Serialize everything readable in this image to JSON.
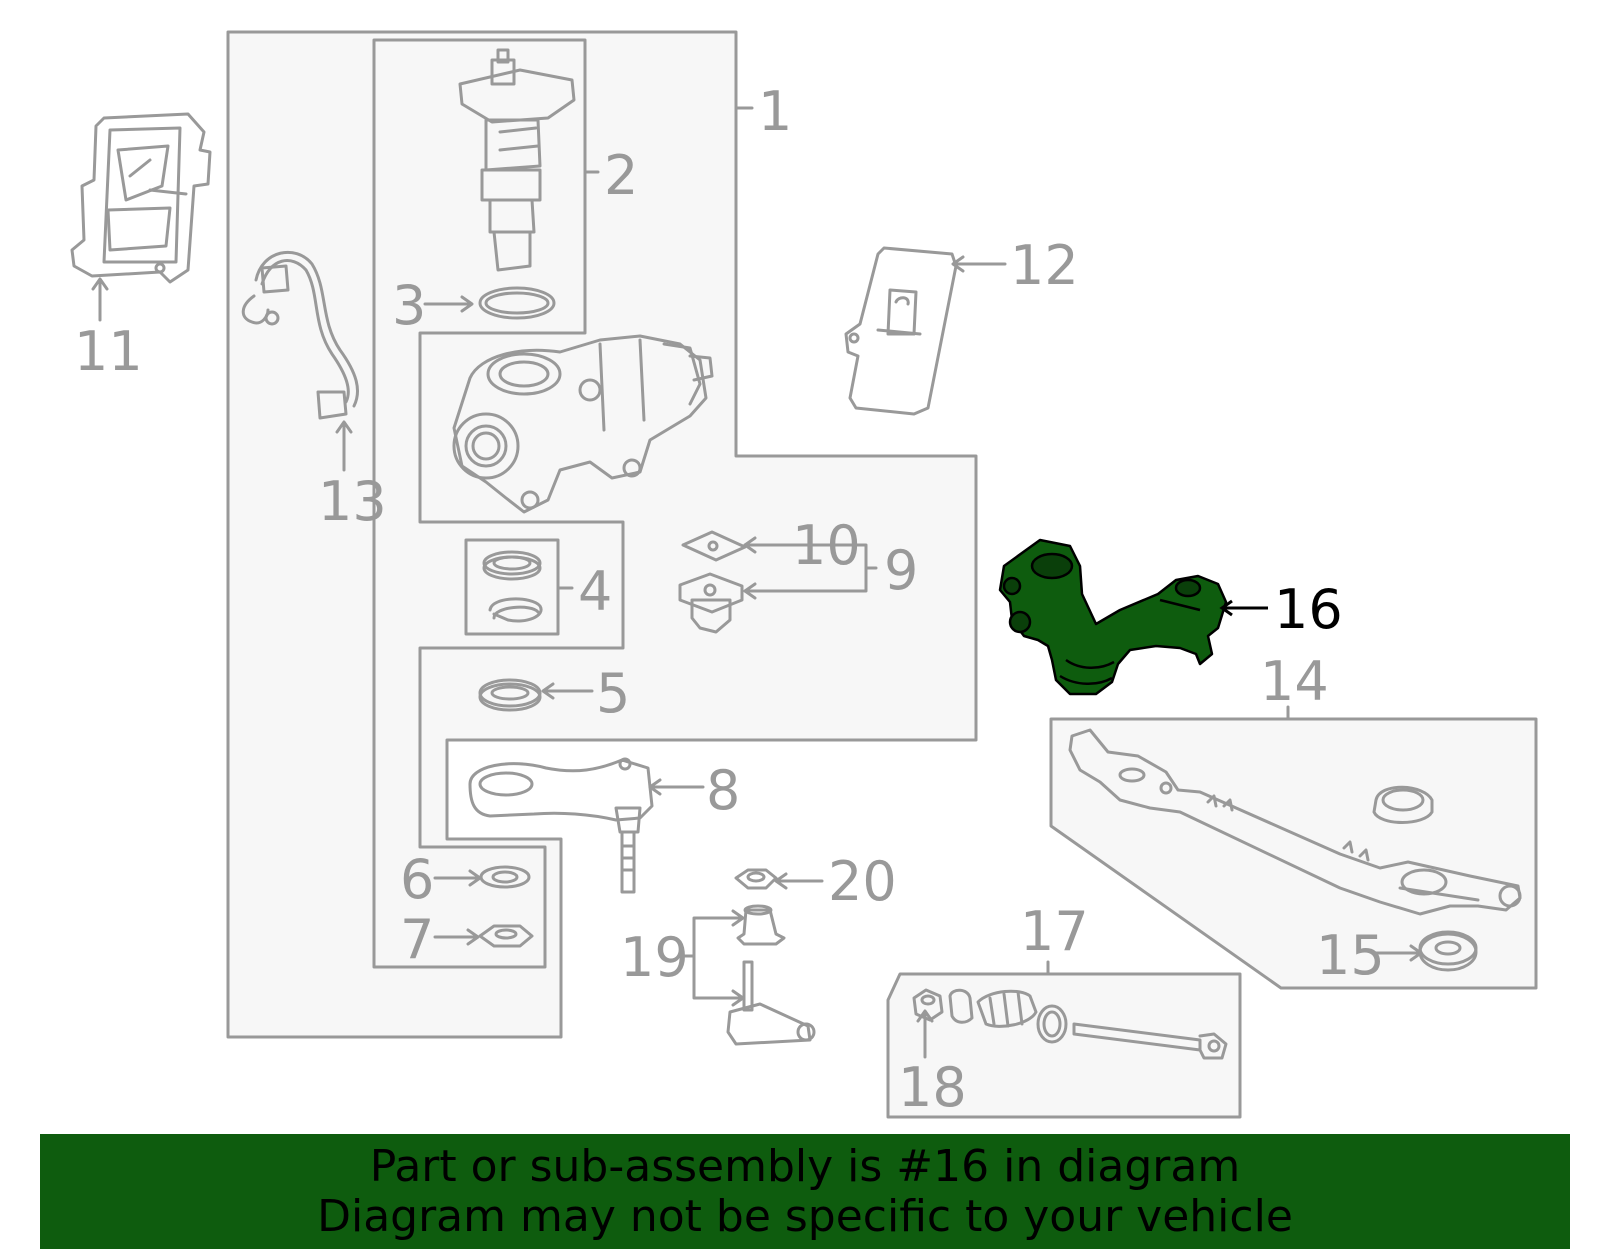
{
  "diagram": {
    "callouts": {
      "c1": "1",
      "c2": "2",
      "c3": "3",
      "c4": "4",
      "c5": "5",
      "c6": "6",
      "c7": "7",
      "c8": "8",
      "c9": "9",
      "c10": "10",
      "c11": "11",
      "c12": "12",
      "c13": "13",
      "c14": "14",
      "c15": "15",
      "c16": "16",
      "c17": "17",
      "c18": "18",
      "c19": "19",
      "c20": "20"
    },
    "highlighted_part": "16",
    "colors": {
      "line": "#999999",
      "panel_fill": "#f7f7f7",
      "highlight": "#0e5c0e",
      "banner": "#0e5c0e"
    }
  },
  "banner": {
    "line1": "Part or sub-assembly is #16 in diagram",
    "line2": "Diagram may not be specific to your vehicle"
  }
}
